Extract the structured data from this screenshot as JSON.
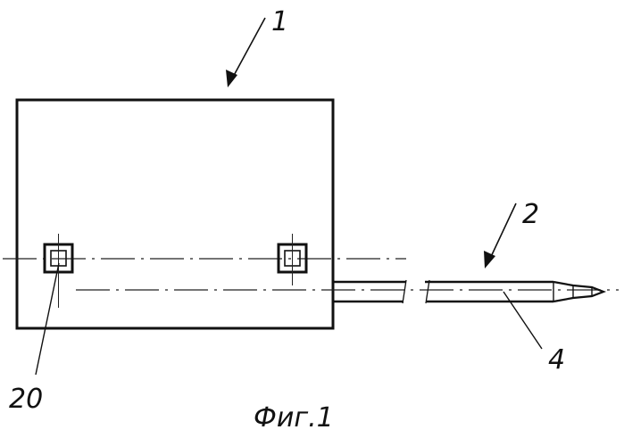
{
  "figure": {
    "caption": "Фиг.1",
    "callouts": {
      "device": "1",
      "probe": "2",
      "rod": "4",
      "sensor": "20"
    }
  }
}
